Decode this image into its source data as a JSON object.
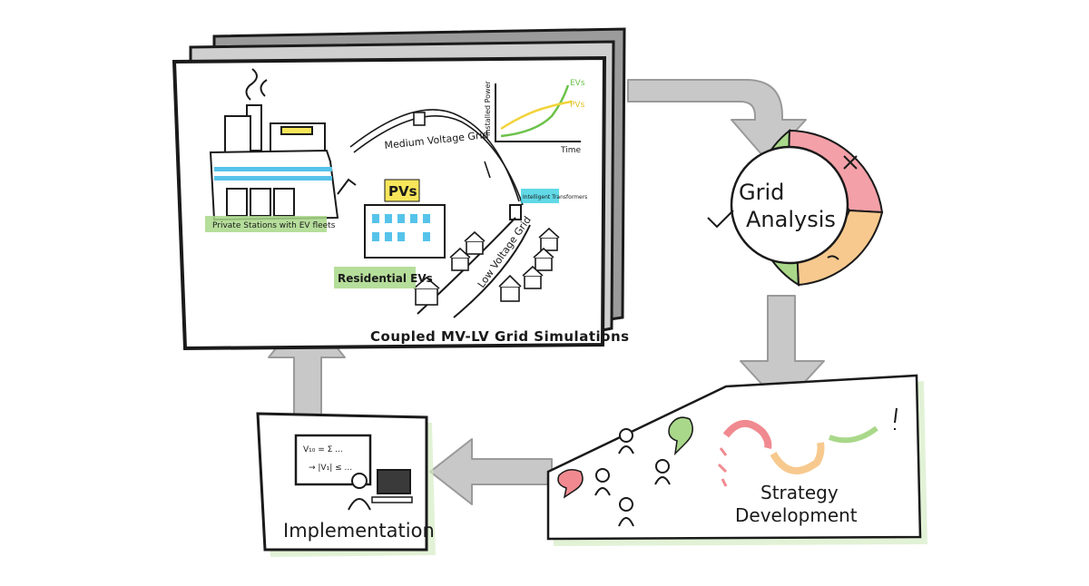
{
  "sim": {
    "caption": "Coupled MV-LV Grid Simulations",
    "mv_grid": "Medium Voltage Grid",
    "lv_grid": "Low Voltage Grid",
    "pvs": "PVs",
    "residential_evs": "Residential EVs",
    "private_stations": "Private Stations with EV fleets",
    "intelligent_transformers": "Intelligent Transformers",
    "chart": {
      "y_label": "Installed Power",
      "x_label": "Time",
      "evs": "EVs",
      "pvs": "PVs"
    }
  },
  "analysis": {
    "line1": "Grid",
    "line2": "Analysis"
  },
  "strategy": {
    "line1": "Strategy",
    "line2": "Development"
  },
  "implementation": {
    "title": "Implementation",
    "board_line1": "V₁₀ = Σ ... ",
    "board_line2": "→ |V₁| ≤ ..."
  },
  "colors": {
    "arrow_gray": "#c8c8c8",
    "green": "#a9d88a",
    "red": "#f4a0a8",
    "orange": "#f7c98e",
    "yellow": "#f7e65a",
    "cyan": "#3ad0e0",
    "pink": "#f08a90"
  }
}
